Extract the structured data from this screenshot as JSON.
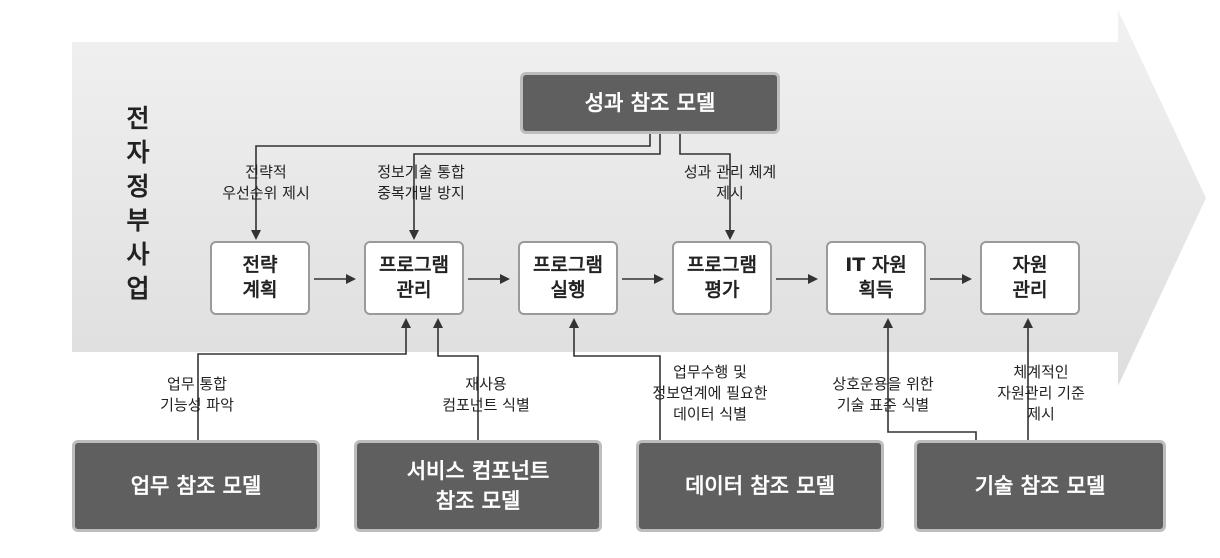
{
  "title": [
    "전",
    "자",
    "정",
    "부",
    "사",
    "업"
  ],
  "process_steps": [
    {
      "lines": [
        "전략",
        "계획"
      ]
    },
    {
      "lines": [
        "프로그램",
        "관리"
      ]
    },
    {
      "lines": [
        "프로그램",
        "실행"
      ]
    },
    {
      "lines": [
        "프로그램",
        "평가"
      ]
    },
    {
      "lines": [
        "IT 자원",
        "획득"
      ]
    },
    {
      "lines": [
        "자원",
        "관리"
      ]
    }
  ],
  "models": {
    "performance": {
      "lines": [
        "성과 참조 모델"
      ]
    },
    "business": {
      "lines": [
        "업무 참조 모델"
      ]
    },
    "service": {
      "lines": [
        "서비스 컴포넌트",
        "참조 모델"
      ]
    },
    "data": {
      "lines": [
        "데이터 참조 모델"
      ]
    },
    "technical": {
      "lines": [
        "기술 참조 모델"
      ]
    }
  },
  "notes_top": [
    {
      "lines": [
        "전략적",
        "우선순위 제시"
      ]
    },
    {
      "lines": [
        "정보기술 통합",
        "중복개발 방지"
      ]
    },
    {
      "lines": [
        "성과 관리 체계",
        "제시"
      ]
    }
  ],
  "notes_bottom": [
    {
      "lines": [
        "업무 통합",
        "기능성 파악"
      ]
    },
    {
      "lines": [
        "재사용",
        "컴포넌트 식별"
      ]
    },
    {
      "lines": [
        "업무수행 및",
        "정보연계에 필요한",
        "데이터 식별"
      ]
    },
    {
      "lines": [
        "상호운용을 위한",
        "기술 표준 식별"
      ]
    },
    {
      "lines": [
        "체계적인",
        "자원관리 기준",
        "제시"
      ]
    }
  ],
  "colors": {
    "arrow_band": "#e6e6e6",
    "model_fill": "#5f5f5f",
    "model_border": "#bdbdbd",
    "line": "#333333"
  }
}
